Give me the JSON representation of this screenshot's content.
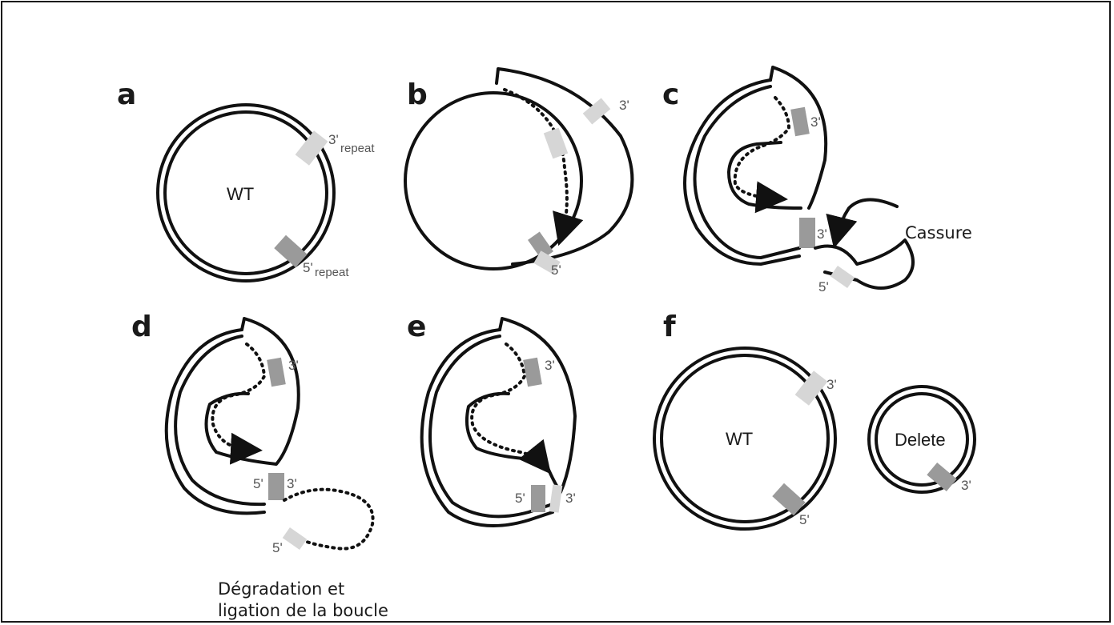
{
  "panels": {
    "a": {
      "letter": "a",
      "center_label": "WT",
      "label_3": "3'",
      "label_3_suffix": "repeat",
      "label_5": "5'",
      "label_5_suffix": "repeat"
    },
    "b": {
      "letter": "b",
      "label_3": "3'",
      "label_5": "5'"
    },
    "c": {
      "letter": "c",
      "label_3_top": "3'",
      "label_3_mid": "3'",
      "label_5": "5'",
      "annotation": "Cassure"
    },
    "d": {
      "letter": "d",
      "label_3_top": "3'",
      "label_5_mid": "5'",
      "label_3_mid": "3'",
      "label_5_bottom": "5'",
      "caption_line1": "Dégradation et",
      "caption_line2": "ligation de la boucle"
    },
    "e": {
      "letter": "e",
      "label_3_top": "3'",
      "label_5_mid": "5'",
      "label_3_mid": "3'"
    },
    "f": {
      "letter": "f",
      "wt_label": "WT",
      "wt_3": "3'",
      "wt_5": "5'",
      "delete_label": "Delete",
      "delete_3": "3'"
    }
  },
  "colors": {
    "strand": "#111111",
    "repeat_dark": "#9a9a9a",
    "repeat_light": "#d6d6d6"
  }
}
